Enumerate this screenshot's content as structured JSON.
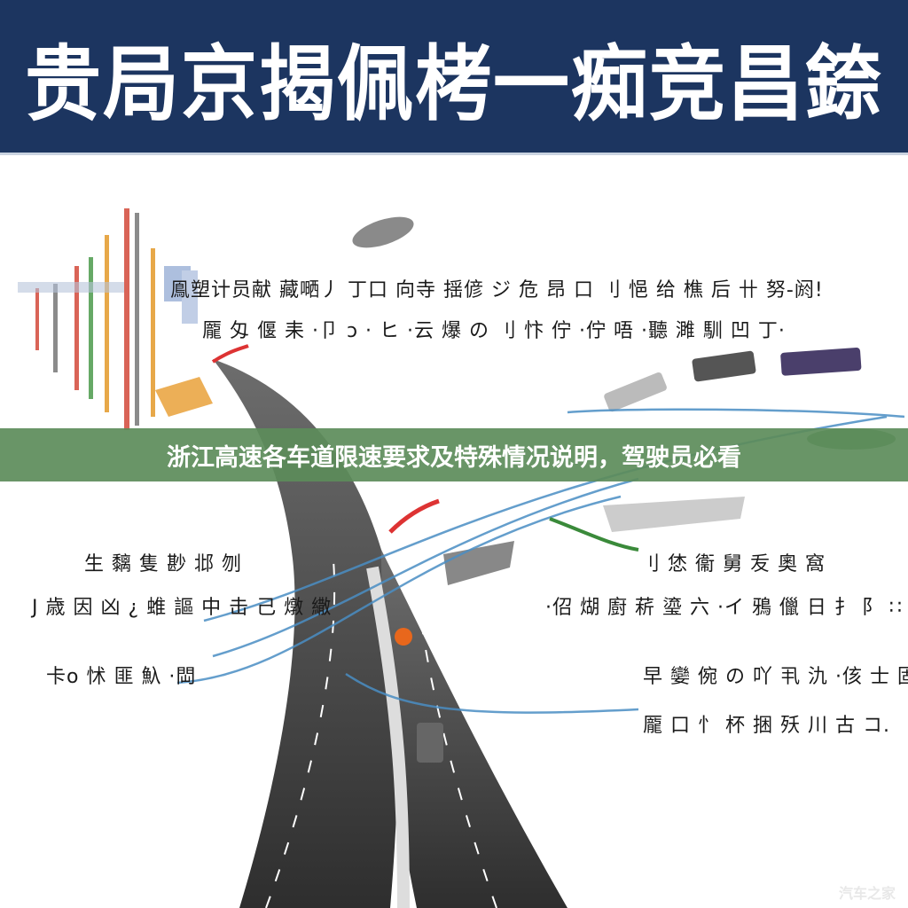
{
  "banner": {
    "title": "贵局京揭佩栲一痴竞昌錼",
    "background": "#1c3560"
  },
  "notes_top": [
    {
      "text": "鳯塑计员献 藏嗮丿 丁口 向寺 揺偐 ジ 危 昂 口 刂 悒 给 樵 后 卄 努-阏!"
    },
    {
      "text": "龎 匁 偃 耒 ·卩 ɔ · ヒ ·云 爆 の 刂 忭 佇 ·佇 唔 ·聽 濉 馴 凹 丁·"
    }
  ],
  "notes_left": [
    {
      "text": "生 黐 隻 尠 邶 刎"
    },
    {
      "text": "J 歳 因 凶 ¿ 蜼 謳 中 击 己 燉 繖"
    },
    {
      "text": "卡o 怵 匪 魞 ·閊"
    }
  ],
  "notes_right": [
    {
      "text": "刂 恷 衞 舅 叐 奧 窩"
    },
    {
      "text": "·佋 煳 廚 菥 瑬 六 ·イ 鴉 儠 日 扌 阝 ∷"
    },
    {
      "text": "早 孌 倇 の 吖 丮 氿 ·侅 士 固"
    },
    {
      "text": "龎 口 忄 杯 捆 殀 川 古 コ."
    }
  ],
  "caption": {
    "text": "浙江高速各车道限速要求及特殊情况说明，驾驶员必看",
    "background": "#5c8c5a"
  },
  "watermark": {
    "text": "汽车之家"
  }
}
